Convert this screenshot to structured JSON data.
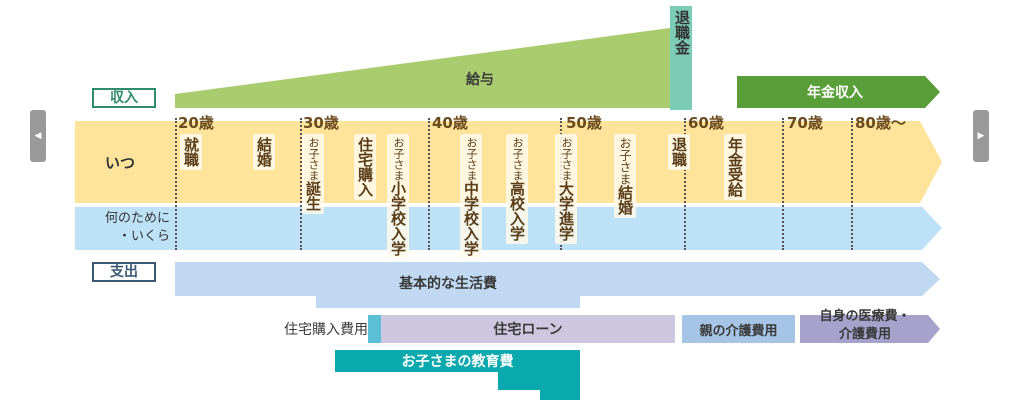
{
  "income": {
    "label": "収入",
    "salary": "給与",
    "retirement_allowance": "退職金",
    "pension_income": "年金収入"
  },
  "timeline": {
    "when_label": "いつ",
    "purpose_label_1": "何のために",
    "purpose_label_2": "・いくら",
    "ages": [
      "20歳",
      "30歳",
      "40歳",
      "50歳",
      "60歳",
      "70歳",
      "80歳〜"
    ]
  },
  "events": [
    {
      "main": "就職",
      "sub": ""
    },
    {
      "main": "結婚",
      "sub": ""
    },
    {
      "main": "誕生",
      "sub": "お子さま"
    },
    {
      "main": "住宅購入",
      "sub": ""
    },
    {
      "main": "小学校入学",
      "sub": "お子さま"
    },
    {
      "main": "中学校入学",
      "sub": "お子さま"
    },
    {
      "main": "高校入学",
      "sub": "お子さま"
    },
    {
      "main": "大学進学",
      "sub": "お子さま"
    },
    {
      "main": "結婚",
      "sub": "お子さま"
    },
    {
      "main": "退職",
      "sub": ""
    },
    {
      "main": "年金受給",
      "sub": ""
    }
  ],
  "expenses": {
    "label": "支出",
    "living": "基本的な生活費",
    "home_purchase": "住宅購入費用",
    "home_loan": "住宅ローン",
    "parent_care": "親の介護費用",
    "own_medical_1": "自身の医療費・",
    "own_medical_2": "介護費用",
    "education": "お子さまの教育費"
  },
  "colors": {
    "salary": "#a9cc6e",
    "retirement": "#7ccbb5",
    "pension": "#5a9e3a",
    "timeline": "#fde49a",
    "purpose": "#bde2f7",
    "living": "#c0d8f2",
    "loan": "#cdc8e0",
    "care": "#a5c4e6",
    "medical": "#a6a2cc",
    "education": "#0aa9ad"
  }
}
